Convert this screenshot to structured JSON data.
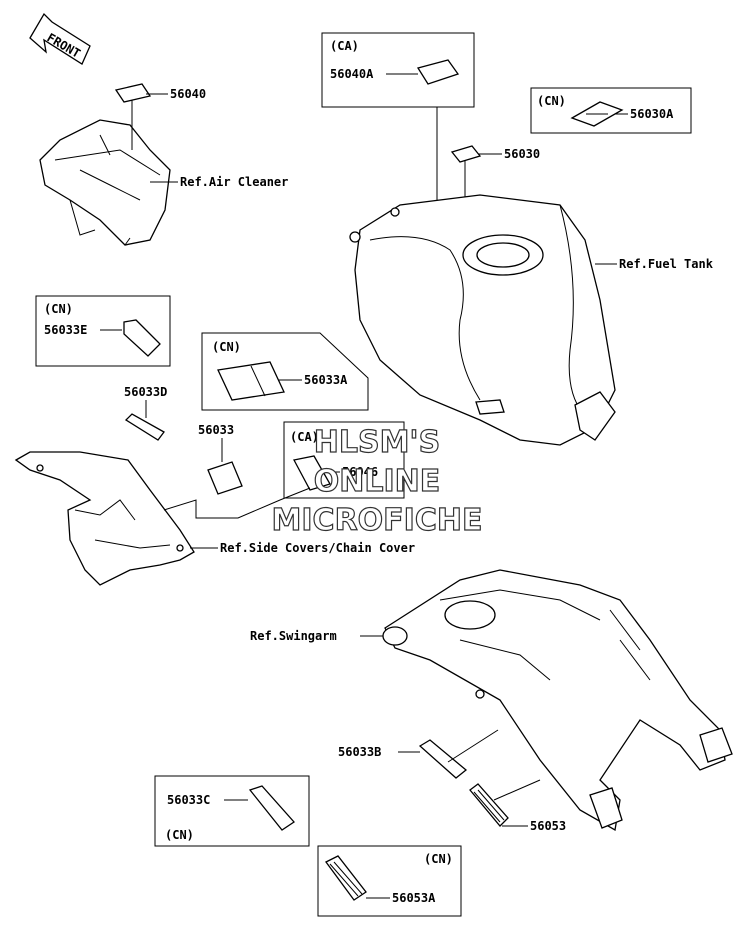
{
  "front_arrow": "FRONT",
  "labels": {
    "p56040": "56040",
    "air_cleaner": "Ref.Air Cleaner",
    "ca1": "(CA)",
    "p56040A": "56040A",
    "cn1": "(CN)",
    "p56030A": "56030A",
    "p56030": "56030",
    "fuel_tank": "Ref.Fuel Tank",
    "cn2": "(CN)",
    "p56033E": "56033E",
    "cn3": "(CN)",
    "p56033A": "56033A",
    "p56033D": "56033D",
    "p56033": "56033",
    "ca2": "(CA)",
    "p56046": "56046",
    "side_covers": "Ref.Side Covers/Chain Cover",
    "swingarm": "Ref.Swingarm",
    "p56033B": "56033B",
    "p56033C": "56033C",
    "cn4": "(CN)",
    "p56053": "56053",
    "cn5": "(CN)",
    "p56053A": "56053A"
  },
  "watermark": {
    "line1": "HLSM'S",
    "line2": "ONLINE",
    "line3": "MICROFICHE"
  }
}
